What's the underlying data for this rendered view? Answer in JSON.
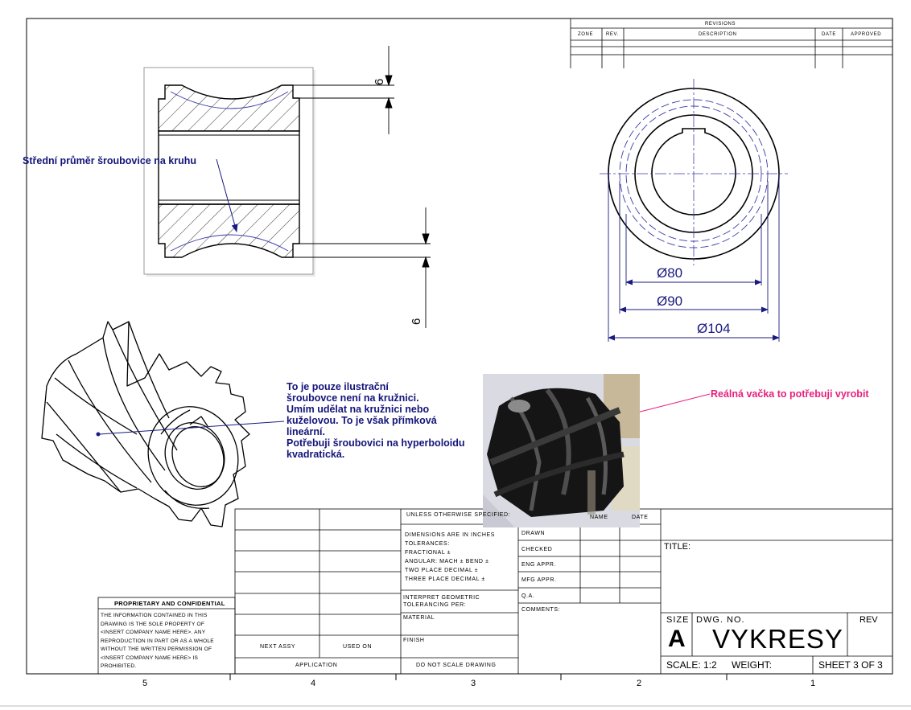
{
  "revisions": {
    "title": "REVISIONS",
    "columns": [
      "ZONE",
      "REV.",
      "DESCRIPTION",
      "DATE",
      "APPROVED"
    ]
  },
  "dimensions": {
    "thickness_top": "6",
    "thickness_bottom": "6",
    "d80": "Ø80",
    "d90": "Ø90",
    "d104": "Ø104"
  },
  "annotations": {
    "helix_diameter": "Střední průměr šroubovice na kruhu",
    "illustration_note": [
      "To je pouze ilustrační",
      "šroubovce není na kružnici.",
      "Umím udělat na kružnici nebo",
      "kuželovou.  To je však  přímková",
      "lineární.",
      "Potřebuji šroubovici na hyperboloidu",
      "kvadratická."
    ],
    "real_cam": "Reálná vačka to potřebuji vyrobit"
  },
  "title_block": {
    "unless": "UNLESS OTHERWISE SPECIFIED:",
    "name": "NAME",
    "date": "DATE",
    "dims_lines": [
      "DIMENSIONS ARE IN INCHES",
      "TOLERANCES:",
      "FRACTIONAL ±",
      "ANGULAR: MACH ±    BEND ±",
      "TWO PLACE DECIMAL   ±",
      "THREE PLACE DECIMAL  ±"
    ],
    "interpret": [
      "INTERPRET GEOMETRIC",
      "TOLERANCING PER:"
    ],
    "material": "MATERIAL",
    "finish": "FINISH",
    "no_scale": "DO NOT SCALE DRAWING",
    "drawn": "DRAWN",
    "checked": "CHECKED",
    "eng_appr": "ENG APPR.",
    "mfg_appr": "MFG APPR.",
    "qa": "Q.A.",
    "comments": "COMMENTS:",
    "title_label": "TITLE:",
    "size_label": "SIZE",
    "size_value": "A",
    "dwg_no_label": "DWG.  NO.",
    "dwg_no": "VYKRESY",
    "rev_label": "REV",
    "scale": "SCALE: 1:2",
    "weight": "WEIGHT:",
    "sheet": "SHEET 3 OF 3",
    "next_assy": "NEXT ASSY",
    "used_on": "USED ON",
    "application": "APPLICATION",
    "proprietary_title": "PROPRIETARY AND CONFIDENTIAL",
    "proprietary_lines": [
      "THE INFORMATION CONTAINED IN THIS",
      "DRAWING IS THE SOLE PROPERTY OF",
      "<INSERT COMPANY NAME HERE>. ANY",
      "REPRODUCTION IN PART OR AS A WHOLE",
      "WITHOUT THE WRITTEN PERMISSION OF",
      "<INSERT COMPANY NAME HERE> IS",
      "PROHIBITED."
    ]
  },
  "zones": [
    "5",
    "4",
    "3",
    "2",
    "1"
  ]
}
